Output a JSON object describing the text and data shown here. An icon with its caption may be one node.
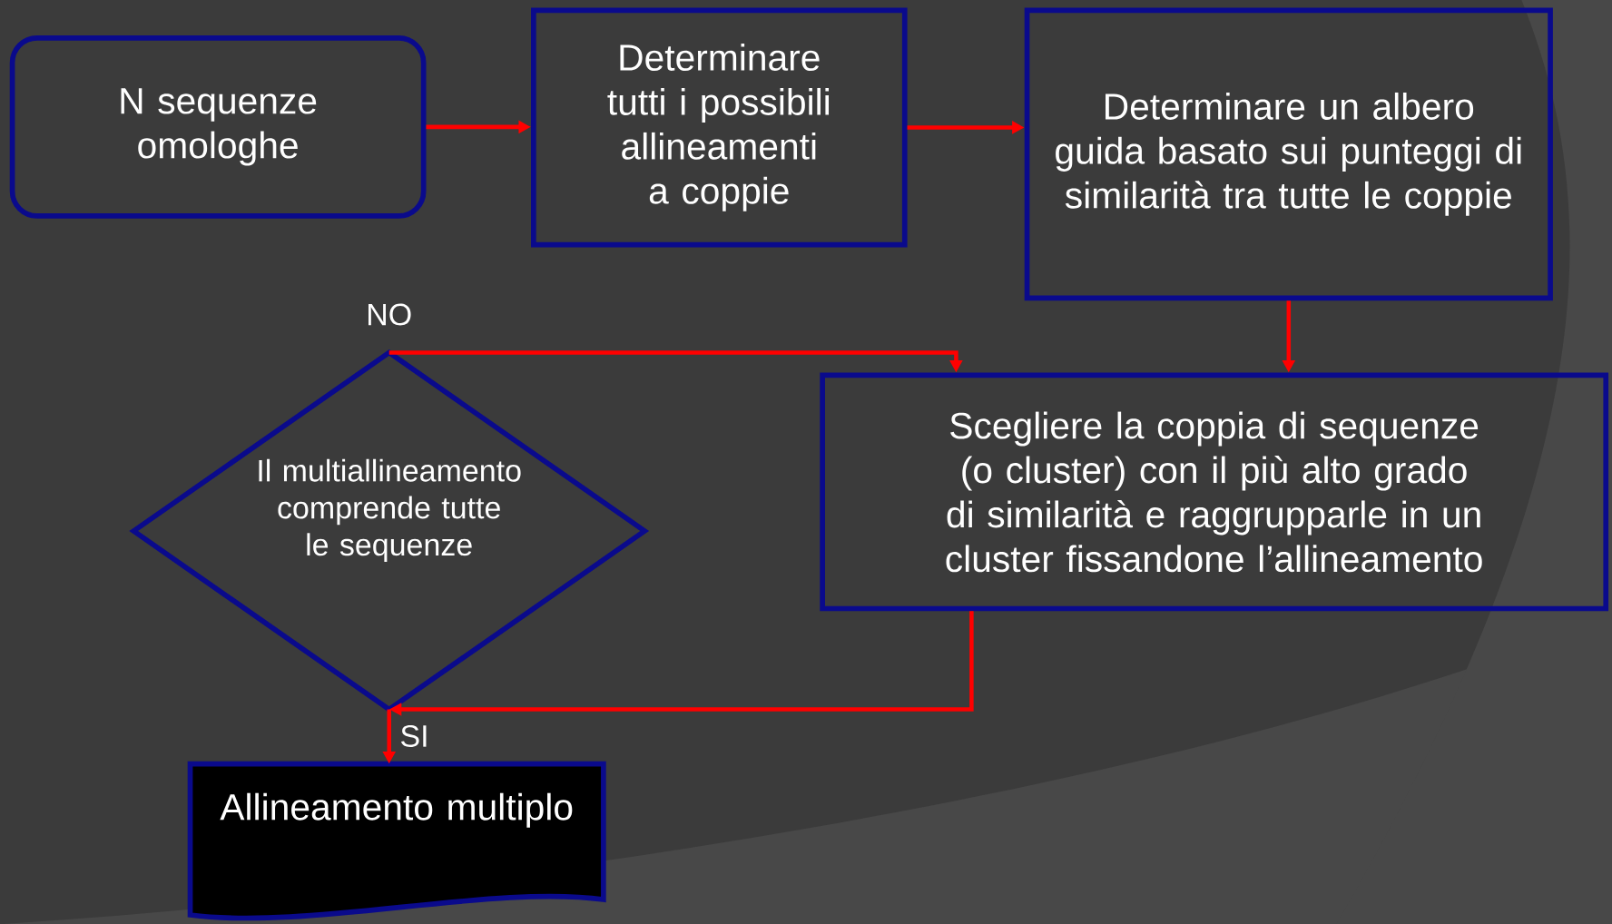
{
  "diagram": {
    "nodes": [
      {
        "text": [
          "N sequenze omologhe"
        ]
      },
      {
        "text": [
          "Determinare tutti i possibili allineamenti a coppie"
        ]
      },
      {
        "text": [
          "Determinare un albero guida basato sui punteggi di similarità tra tutte le coppie"
        ]
      },
      {
        "text": [
          "Scegliere la coppia di sequenze (o cluster) con il più alto grado di similarità e raggrupparle in un cluster fissandone l’allineamento"
        ]
      },
      {
        "text": [
          "Il multiallineamento comprende tutte le sequenze"
        ]
      },
      {
        "text": [
          "Allineamento multiplo"
        ]
      }
    ],
    "edges": [
      {
        "from": 0,
        "to": 1,
        "arrow": "to"
      },
      {
        "from": 1,
        "to": 2,
        "arrow": "to"
      },
      {
        "from": 2,
        "to": 3,
        "arrow": "to"
      },
      {
        "from": 3,
        "to": 4,
        "arrow": "to"
      },
      {
        "from": 4,
        "to": 3,
        "arrow": "to",
        "label": "NO"
      },
      {
        "from": 4,
        "to": 5,
        "arrow": "to",
        "label": "SI"
      }
    ]
  }
}
